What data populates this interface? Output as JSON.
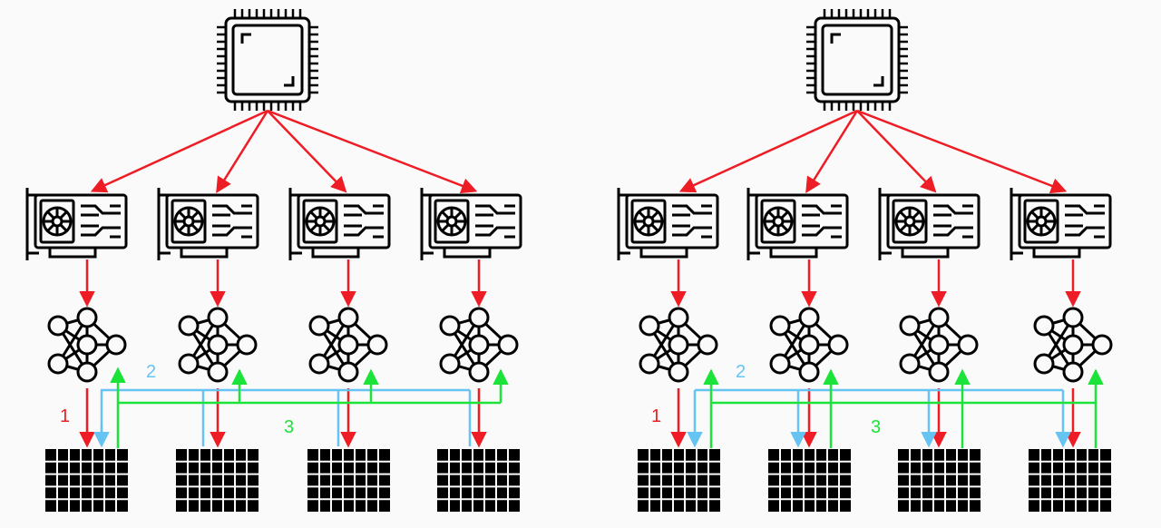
{
  "colors": {
    "background": "#fafafa",
    "stroke": "#000000",
    "forward": "#ee1c24",
    "gather": "#66c4f3",
    "broadcast": "#1ce33a"
  },
  "icons": {
    "cpu": "cpu-chip-icon",
    "gpu": "graphics-card-icon",
    "model": "neural-network-icon",
    "data": "data-grid-icon"
  },
  "left_panel": {
    "step_labels": {
      "forward": "1",
      "gather": "2",
      "broadcast": "3"
    }
  },
  "right_panel": {
    "step_labels": {
      "forward": "1",
      "gather": "2",
      "broadcast": "3"
    }
  }
}
